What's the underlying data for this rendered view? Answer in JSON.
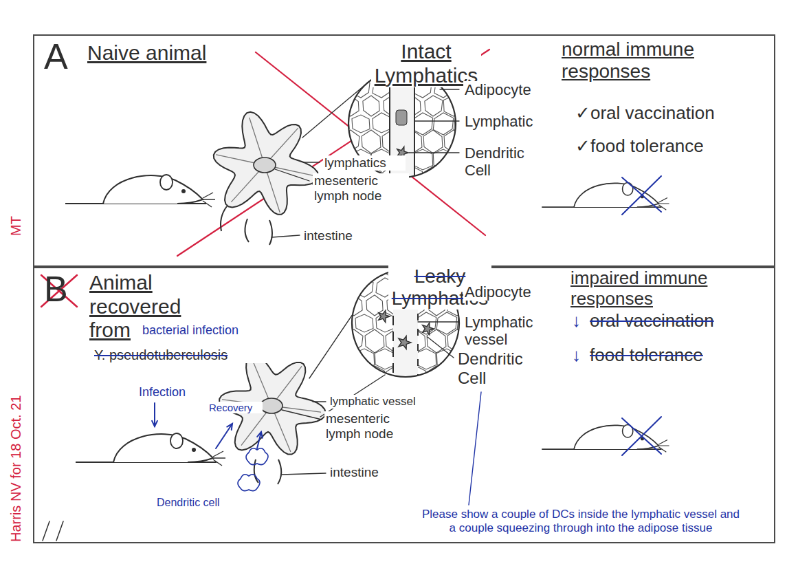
{
  "diagram": {
    "nodes": [
      {
        "text": [
          "A"
        ]
      },
      {
        "text": [
          "B"
        ]
      }
    ],
    "labels": [
      "Naive animal",
      "Intact Lymphatics",
      "normal immune responses",
      "✓oral vaccination",
      "✓food tolerance",
      "Adipocyte",
      "Lymphatic",
      "Dendritic Cell",
      "lymphatics",
      "mesenteric lymph node",
      "intestine",
      "Animal recovered from",
      "bacterial infection",
      "Y. pseudotuberculosis",
      "Leaky Lymphatics",
      "→",
      "impaired immune responses",
      "↓",
      "oral vaccination",
      "↓",
      "food tolerance",
      "Adipocyte",
      "Lymphatic vessel",
      "Dendritic Cell",
      "lymphatic vessel",
      "mesenteric lymph node",
      "intestine",
      "Infection",
      "Recovery",
      "Dendritic cell",
      "Please show a couple of DCs inside the lymphatic vessel and a couple squeezing through into the adipose tissue",
      "Harris NV for 18 Oct. 21",
      "MT"
    ]
  }
}
